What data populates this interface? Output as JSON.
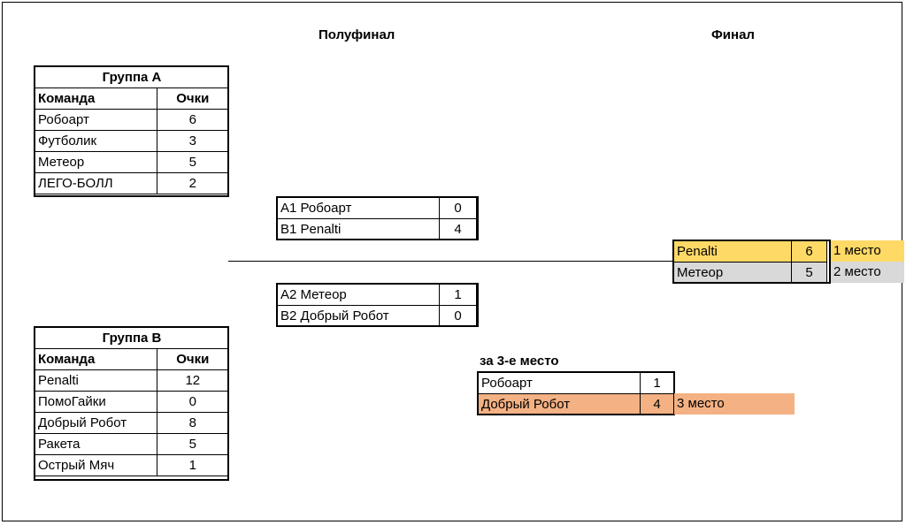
{
  "headers": {
    "semifinal": "Полуфинал",
    "final": "Финал",
    "third_place": "за 3-е место"
  },
  "group_a": {
    "title": "Группа А",
    "col_team": "Команда",
    "col_points": "Очки",
    "rows": [
      {
        "team": "Робоарт",
        "points": "6"
      },
      {
        "team": "Футболик",
        "points": "3"
      },
      {
        "team": "Метеор",
        "points": "5"
      },
      {
        "team": "ЛЕГО-БОЛЛ",
        "points": "2"
      }
    ]
  },
  "group_b": {
    "title": "Группа В",
    "col_team": "Команда",
    "col_points": "Очки",
    "rows": [
      {
        "team": "Penalti",
        "points": "12"
      },
      {
        "team": "ПомоГайки",
        "points": "0"
      },
      {
        "team": "Добрый Робот",
        "points": "8"
      },
      {
        "team": "Ракета",
        "points": "5"
      },
      {
        "team": "Острый Мяч",
        "points": "1"
      }
    ]
  },
  "semifinal_1": [
    {
      "team": "А1 Робоарт",
      "score": "0"
    },
    {
      "team": "В1 Penalti",
      "score": "4"
    }
  ],
  "semifinal_2": [
    {
      "team": "А2 Метеор",
      "score": "1"
    },
    {
      "team": "В2 Добрый Робот",
      "score": "0"
    }
  ],
  "final": [
    {
      "team": "Penalti",
      "score": "6",
      "place": "1 место"
    },
    {
      "team": "Метеор",
      "score": "5",
      "place": "2 место"
    }
  ],
  "third": [
    {
      "team": "Робоарт",
      "score": "1"
    },
    {
      "team": "Добрый Робот",
      "score": "4",
      "place": "3 место"
    }
  ],
  "colors": {
    "gold": "#FFD966",
    "silver": "#D9D9D9",
    "bronze": "#F4B183"
  }
}
